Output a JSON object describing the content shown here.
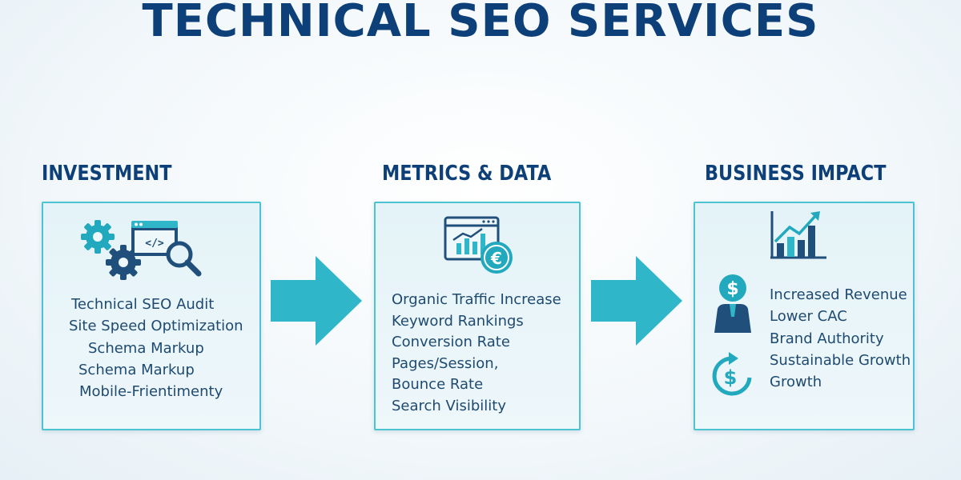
{
  "title": "TECHNICAL SEO SERVICES",
  "colors": {
    "title": "#0d3f78",
    "accent": "#4cc3d1",
    "icon_dark": "#1f4f7a",
    "icon_teal": "#23a9be"
  },
  "columns": {
    "investment": {
      "heading": "INVESTMENT",
      "items": [
        "Technical SEO Audit",
        "Site Speed Optimization",
        "Schema Markup",
        "Schema Markup",
        "Mobile-Frientimenty"
      ]
    },
    "metrics": {
      "heading": "METRICS & DATA",
      "items": [
        "Organic Traffic Increase",
        "Keyword Rankings",
        "Conversion Rate",
        "Pages/Session,",
        "Bounce Rate",
        "Search Visibility"
      ]
    },
    "impact": {
      "heading": "BUSINESS IMPACT",
      "items": [
        "Increased Revenue",
        "Lower CAC",
        "Brand Authority",
        "Sustainable Growth",
        "Growth"
      ]
    }
  },
  "icons": {
    "investment": "gears-code-search-icon",
    "metrics": "analytics-euro-icon",
    "impact_chart": "growth-chart-icon",
    "impact_person": "dollar-person-icon",
    "impact_cycle": "dollar-cycle-icon"
  }
}
